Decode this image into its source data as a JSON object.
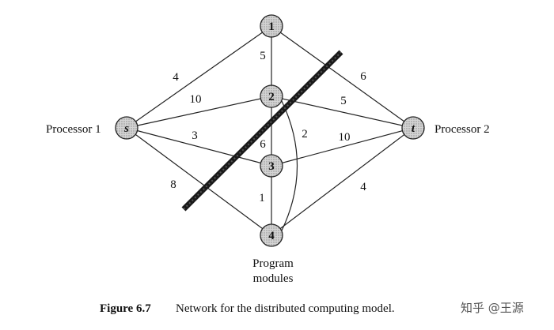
{
  "nodes": {
    "n1": {
      "label": "1"
    },
    "n2": {
      "label": "2"
    },
    "n3": {
      "label": "3"
    },
    "n4": {
      "label": "4"
    },
    "s": {
      "label": "s"
    },
    "t": {
      "label": "t"
    }
  },
  "edges": {
    "s_1": "4",
    "s_2": "10",
    "s_3": "3",
    "s_4": "8",
    "n1_2": "5",
    "n1_t": "6",
    "n2_t": "5",
    "n2_3": "6",
    "n2_4": "2",
    "n3_t": "10",
    "n3_4": "1",
    "n4_t": "4"
  },
  "labels": {
    "processor1": "Processor 1",
    "processor2": "Processor 2",
    "program_line1": "Program",
    "program_line2": "modules"
  },
  "caption": {
    "number": "Figure 6.7",
    "text": "Network for the distributed computing model."
  },
  "watermark": "知乎 @王源",
  "colors": {
    "node_fill": "#c9c9c9",
    "edge": "#222222",
    "cut": "#1a1a1a"
  }
}
